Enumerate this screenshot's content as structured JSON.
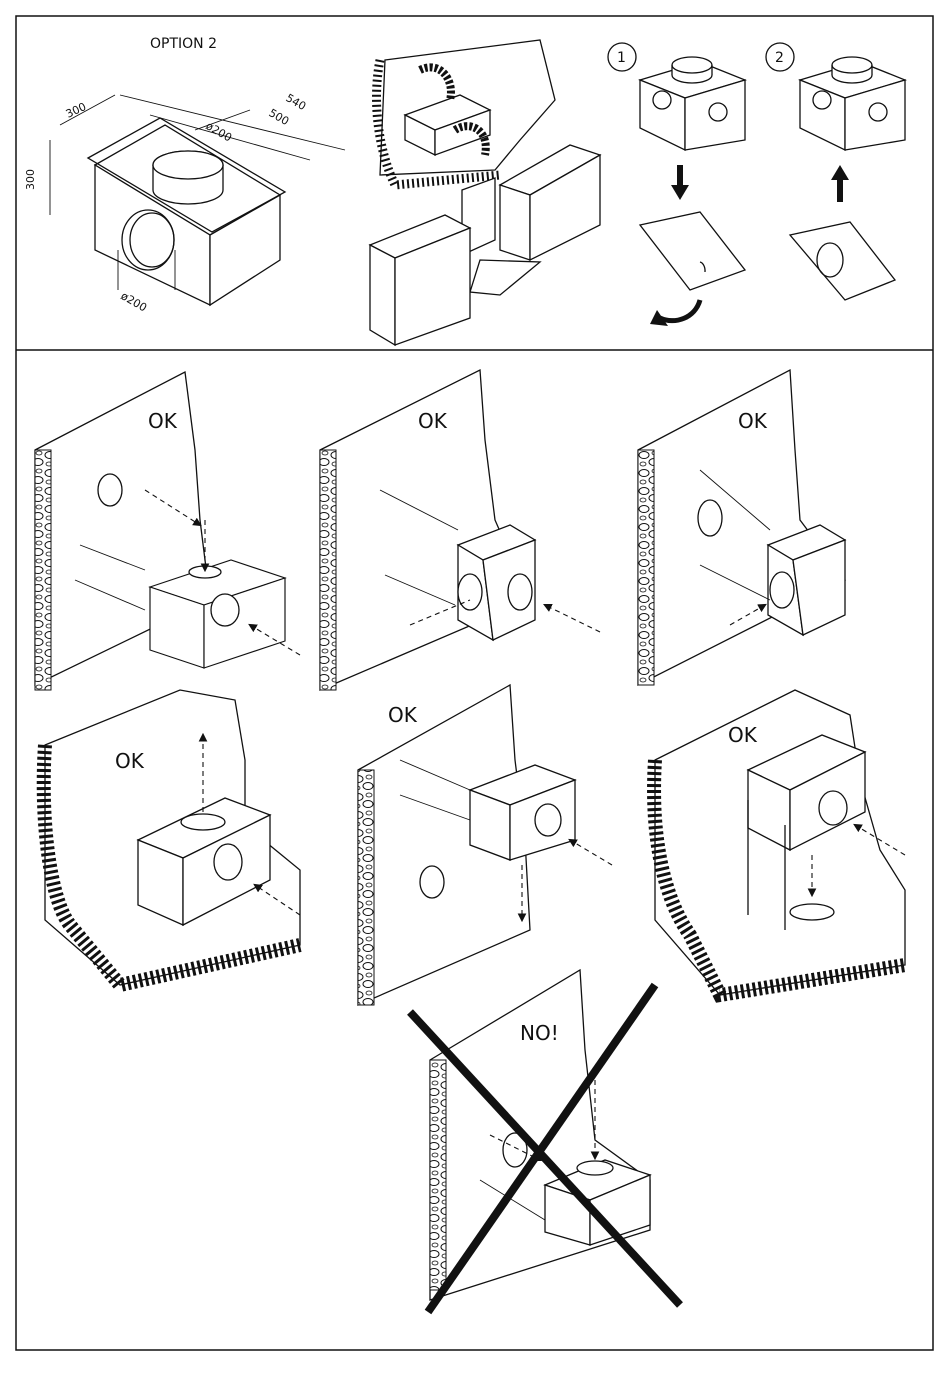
{
  "header": {
    "option_label": "OPTION 2",
    "step_1": "1",
    "step_2": "2"
  },
  "dimensions": {
    "depth": "300",
    "height": "300",
    "width_outer": "540",
    "width_inner": "500",
    "top_diameter": "ø200",
    "front_diameter": "ø200"
  },
  "installations": [
    {
      "label": "OK"
    },
    {
      "label": "OK"
    },
    {
      "label": "OK"
    },
    {
      "label": "OK"
    },
    {
      "label": "OK"
    },
    {
      "label": "OK"
    },
    {
      "label": "NO!"
    }
  ],
  "colors": {
    "line": "#111111",
    "background": "#ffffff"
  },
  "icons": [
    "arrow-down-icon",
    "arrow-up-icon",
    "curved-arrow-icon",
    "cross-out-icon"
  ]
}
